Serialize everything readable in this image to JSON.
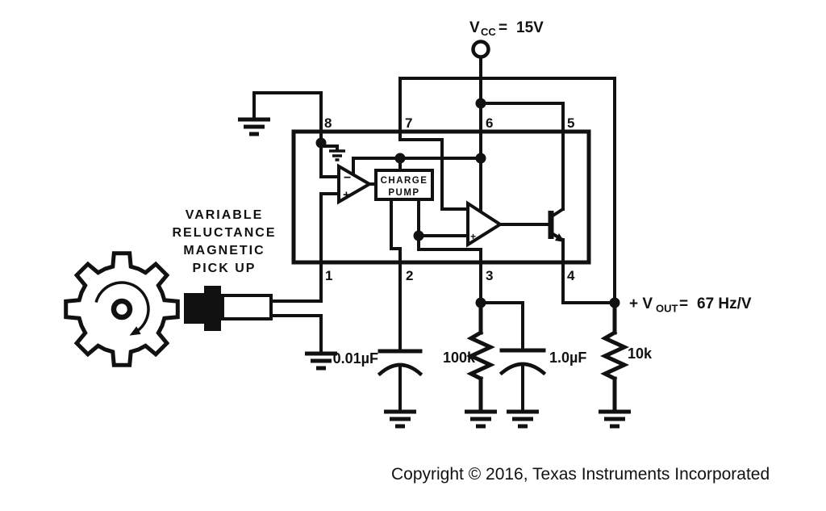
{
  "power": {
    "sym": "V",
    "sym_sub": "CC",
    "equals": "=",
    "value": "15V"
  },
  "ic": {
    "pins_top": [
      "8",
      "7",
      "6",
      "5"
    ],
    "pins_bottom": [
      "1",
      "2",
      "3",
      "4"
    ],
    "charge_pump": {
      "line1": "CHARGE",
      "line2": "PUMP"
    },
    "opamp1": {
      "minus": "−",
      "plus": "+"
    },
    "opamp2": {
      "plus": "+"
    }
  },
  "pickup": {
    "label_lines": [
      "VARIABLE",
      "RELUCTANCE",
      "MAGNETIC",
      "PICK UP"
    ]
  },
  "components": {
    "c_timing": "0.01µF",
    "r_timing": "100k",
    "c_filter": "1.0µF",
    "r_load": "10k"
  },
  "output": {
    "sym": "+ V",
    "sym_sub": "OUT",
    "equals": "=",
    "value": "67 Hz/V"
  },
  "footer": {
    "copyright": "Copyright © 2016, Texas Instruments Incorporated"
  },
  "colors": {
    "ink": "#111111",
    "copyright_gray": "#58595b",
    "background": "#ffffff"
  }
}
